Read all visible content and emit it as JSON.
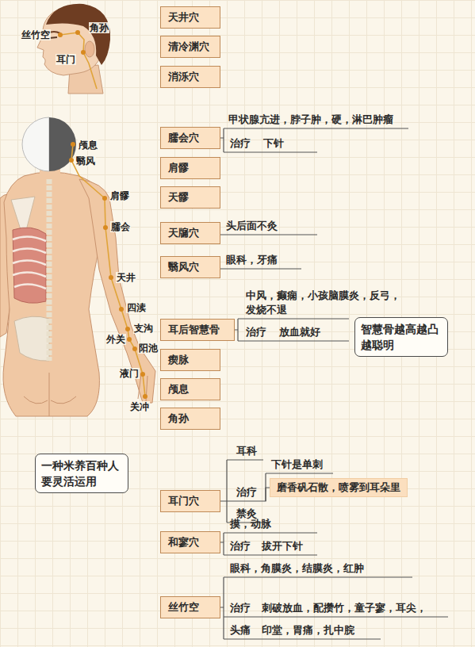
{
  "diagram": {
    "nodes": [
      {
        "text": [
          "天井穴"
        ]
      },
      {
        "text": [
          "清冷渊穴"
        ]
      },
      {
        "text": [
          "消泺穴"
        ]
      },
      {
        "text": [
          "臑会穴"
        ]
      },
      {
        "text": [
          "肩髎"
        ]
      },
      {
        "text": [
          "天髎"
        ]
      },
      {
        "text": [
          "天牖穴"
        ]
      },
      {
        "text": [
          "翳风穴"
        ]
      },
      {
        "text": [
          "耳后智慧骨"
        ]
      },
      {
        "text": [
          "智慧骨越高越凸越聪明"
        ]
      },
      {
        "text": [
          "瘈脉"
        ]
      },
      {
        "text": [
          "颅息"
        ]
      },
      {
        "text": [
          "角孙"
        ]
      },
      {
        "text": [
          "一种米养百种人要灵活运用"
        ]
      },
      {
        "text": [
          "耳门穴"
        ]
      },
      {
        "text": [
          "磨香矾石散，喷雾到耳朵里"
        ]
      },
      {
        "text": [
          "和寥穴"
        ]
      },
      {
        "text": [
          "丝竹空"
        ]
      }
    ],
    "edges": [
      {
        "from": 14,
        "to": 15,
        "arrow": "none"
      }
    ],
    "labels": [
      "丝竹空",
      "角孙",
      "耳门",
      "颅息",
      "翳风",
      "肩髎",
      "臑会",
      "天井",
      "四渎",
      "支沟",
      "外关",
      "阳池",
      "液门",
      "关冲",
      "甲状腺亢进，脖子肿，硬，淋巴肿瘤",
      "治疗",
      "下针",
      "头后面不灸",
      "眼科，牙痛",
      "中风，癫痫，小孩脑膜炎，反弓，发烧不退",
      "治疗",
      "放血就好",
      "耳科",
      "治疗",
      "下针是单刺",
      "禁灸",
      "摸，动脉",
      "治疗",
      "拔开下针",
      "眼科，角膜炎，结膜炎，红肿",
      "治疗",
      "刺破放血，配攒竹，童子寥，耳尖，",
      "头痛",
      "印堂，胃痛，扎中脘"
    ]
  }
}
